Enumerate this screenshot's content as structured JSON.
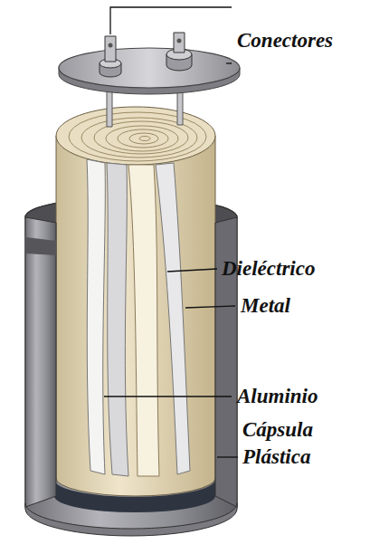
{
  "diagram": {
    "labels": [
      "Conectores",
      "Dieléctrico",
      "Metal",
      "Aluminio",
      "Cápsula Plástica"
    ]
  }
}
